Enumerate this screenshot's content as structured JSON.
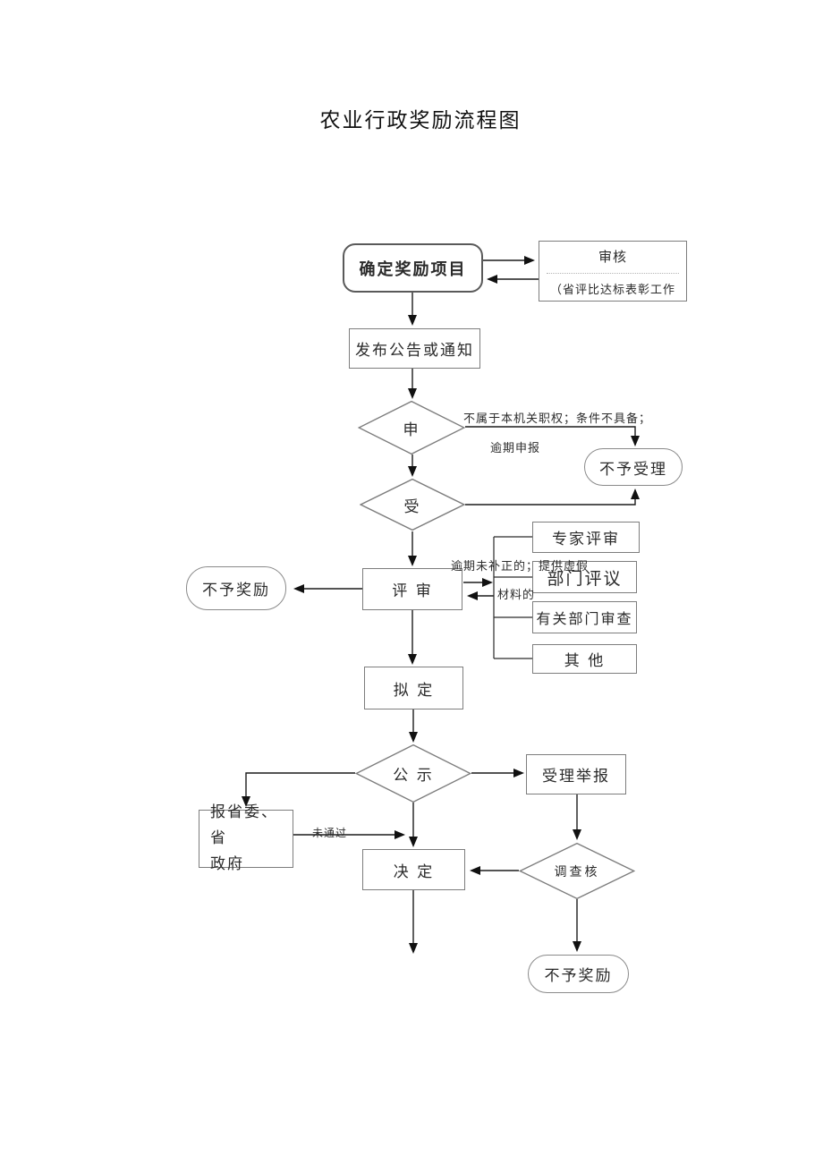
{
  "page": {
    "title": "农业行政奖励流程图"
  },
  "nodes": {
    "determine": "确定奖励项目",
    "review_title": "审核",
    "review_subtitle": "（省评比达标表彰工作",
    "announce": "发布公告或通知",
    "apply_decision": "申",
    "accept_decision": "受",
    "reject_accept": "不予受理",
    "evaluate": "评 审",
    "no_award": "不予奖励",
    "expert_review": "专家评审",
    "department_review": "部门评议",
    "related_department_check": "有关部门审查",
    "other": "其 他",
    "draft": "拟 定",
    "publicity": "公 示",
    "accept_report": "受理举报",
    "report_gov_line1": "报省委、省",
    "report_gov_line2": "政府",
    "decide": "决 定",
    "investigate": "调查核",
    "no_award_final": "不予奖励"
  },
  "annotations": {
    "not_authority": "不属于本机关职权；条件不具备；",
    "overdue_apply": "逾期申报",
    "overdue_uncorrected": "逾期未补正的；提供虚假",
    "materials": "材料的",
    "not_passed": "未通过"
  },
  "colors": {
    "background": "#ffffff",
    "line": "#1c1c1c",
    "box_border": "#7d7d7d",
    "text": "#1f1f1f"
  }
}
